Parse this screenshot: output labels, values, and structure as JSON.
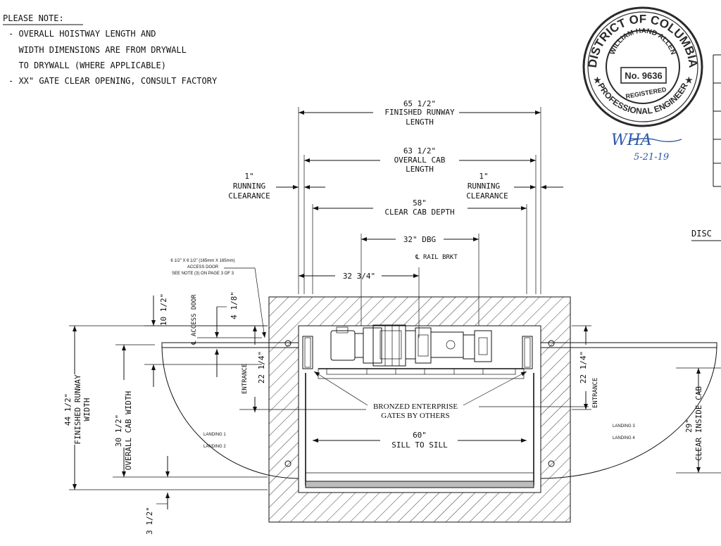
{
  "notes": {
    "heading": "PLEASE NOTE:",
    "lines": [
      "- OVERALL HOISTWAY LENGTH AND",
      "  WIDTH DIMENSIONS ARE FROM DRYWALL",
      "  TO DRYWALL (WHERE APPLICABLE)",
      "- XX\" GATE CLEAR OPENING, CONSULT FACTORY"
    ]
  },
  "seal": {
    "top_text": "DISTRICT OF COLUMBIA",
    "inner_text": "WILLIAM HAND ALLEN",
    "number": "No. 9636",
    "registered": "REGISTERED",
    "bottom_text": "PROFESSIONAL ENGINEER",
    "signature": "WHA",
    "date": "5-21-19"
  },
  "right_panel": {
    "disc_label": "DISC"
  },
  "dimensions": {
    "runway_length": {
      "value": "65 1/2\"",
      "label1": "FINISHED RUNWAY",
      "label2": "LENGTH"
    },
    "cab_length": {
      "value": "63 1/2\"",
      "label1": "OVERALL CAB",
      "label2": "LENGTH"
    },
    "running_left": {
      "value": "1\"",
      "label1": "RUNNING",
      "label2": "CLEARANCE"
    },
    "running_right": {
      "value": "1\"",
      "label1": "RUNNING",
      "label2": "CLEARANCE"
    },
    "clear_cab_depth": {
      "value": "58\"",
      "label": "CLEAR CAB DEPTH"
    },
    "dbg": "32\" DBG",
    "rail_bracket": "RAIL BRKT",
    "rail_to_wall": "32 3/4\"",
    "access_door_note": {
      "line1": "6 1/2\" X 6 1/2\" (165mm X 165mm)",
      "line2": "ACCESS DOOR",
      "line3": "SEE NOTE (3) ON PAGE 3 OF 3"
    },
    "access_door_dim": "10 1/2\"",
    "access_door_cl": "ACCESS DOOR",
    "access_door_small": "4 1/8\"",
    "runway_width": {
      "value": "44 1/2\"",
      "label1": "FINISHED RUNWAY",
      "label2": "WIDTH"
    },
    "cab_width": {
      "value": "30 1/2\"",
      "label": "OVERALL CAB WIDTH"
    },
    "entrance_left": {
      "value": "22 1/4\"",
      "label": "ENTRANCE"
    },
    "entrance_right": {
      "value": "22 1/4\"",
      "label": "ENTRANCE"
    },
    "clear_inside": {
      "value": "29\"",
      "label": "CLEAR INSIDE CAB"
    },
    "sill_to_sill": {
      "value": "60\"",
      "label": "SILL TO SILL"
    },
    "bottom_dim": "3 1/2\"",
    "gates_label": {
      "line1": "BRONZED ENTERPRISE",
      "line2": "GATES BY OTHERS"
    },
    "landings": [
      "LANDING 1",
      "LANDING 2",
      "LANDING 3",
      "LANDING 4"
    ]
  },
  "colors": {
    "line": "#111111",
    "signature": "#2a58a8",
    "seal": "#2a2a2a"
  }
}
